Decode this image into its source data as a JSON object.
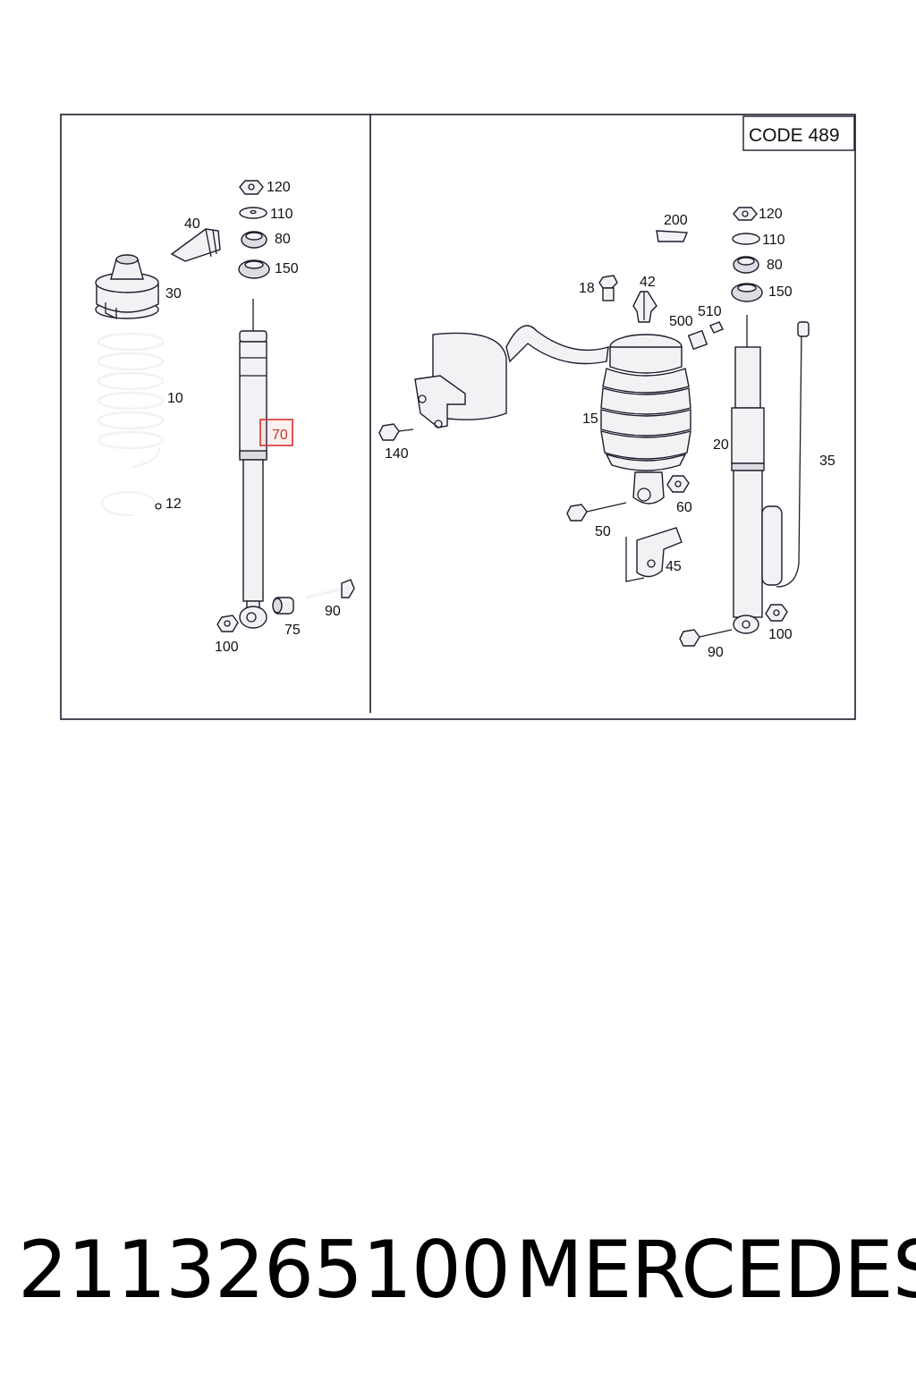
{
  "diagram": {
    "code_box": "CODE 489",
    "highlighted_callout": "70",
    "left_panel_callouts": [
      "120",
      "110",
      "80",
      "150",
      "40",
      "30",
      "10",
      "12",
      "100",
      "75",
      "90"
    ],
    "right_panel_callouts": [
      "120",
      "110",
      "80",
      "150",
      "200",
      "18",
      "42",
      "500",
      "510",
      "140",
      "15",
      "20",
      "35",
      "60",
      "50",
      "45",
      "90",
      "100"
    ],
    "highlight_color": "#d63031",
    "line_color": "#1c1c2c"
  },
  "footer": {
    "part_number": "2113265100",
    "brand": "MERCEDES"
  }
}
